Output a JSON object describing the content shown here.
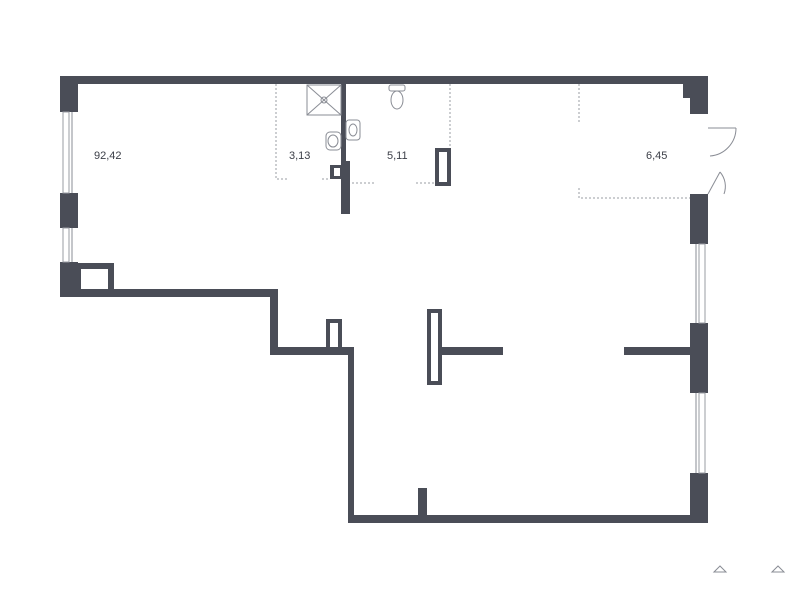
{
  "rooms": [
    {
      "id": "main-hall",
      "area": "92,42"
    },
    {
      "id": "bathroom-1",
      "area": "3,13"
    },
    {
      "id": "bathroom-2",
      "area": "5,11"
    },
    {
      "id": "storage",
      "area": "6,45"
    }
  ],
  "colors": {
    "wall": "#4a4d57",
    "fixture_line": "#8a8d95",
    "background": "#ffffff"
  }
}
